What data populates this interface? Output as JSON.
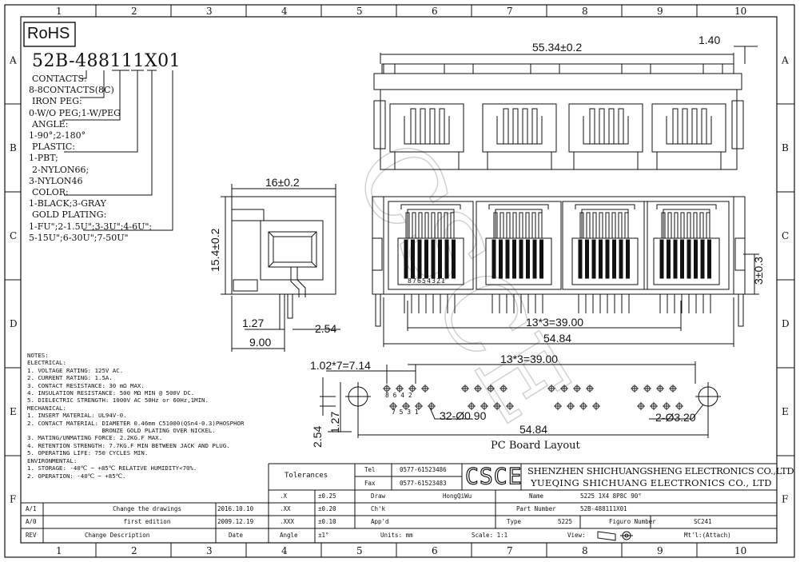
{
  "grid": {
    "columns": [
      "1",
      "2",
      "3",
      "4",
      "5",
      "6",
      "7",
      "8",
      "9",
      "10"
    ],
    "rows": [
      "A",
      "B",
      "C",
      "D",
      "E",
      "F"
    ]
  },
  "rohs": "RoHS",
  "part_code": "52B-488111X01",
  "legend": [
    "CONTACTS:",
    "8-8CONTACTS(8C)",
    "IRON PEG:",
    "0-W/O PEG;1-W/PEG",
    "ANGLE:",
    "1-90°;2-180°",
    "PLASTIC:",
    "1-PBT;",
    "2-NYLON66;",
    "3-NYLON46",
    "COLOR:",
    "1-BLACK;3-GRAY",
    "GOLD PLATING:",
    "1-FU\";2-1.5U\";3-3U\";4-6U\";",
    "5-15U\";6-30U\";7-50U\""
  ],
  "dims": {
    "overall_width": "55.34±0.2",
    "top_offset": "1.40",
    "side_width": "16±0.2",
    "side_height": "15.4±0.2",
    "pin_h": "1.27",
    "pin_gap": "2.54",
    "side_depth": "9.00",
    "front_height": "3±0.3",
    "port_pitch": "13*3=39.00",
    "front_width": "54.84",
    "pin_numbers": "87654321",
    "pcb_pitch_small": "1.02*7=7.14",
    "pcb_port_pitch": "13*3=39.00",
    "pcb_holes": "32-Ø0.90",
    "pcb_mount": "2-Ø3.20",
    "pcb_width": "54.84",
    "pcb_v1": "2.54",
    "pcb_v2": "1.27",
    "pcb_pin_top": [
      "8",
      "6",
      "4",
      "2"
    ],
    "pcb_pin_bottom": [
      "7",
      "5",
      "3",
      "1"
    ]
  },
  "pcb_title": "PC Board Layout",
  "watermark": "CSCE",
  "notes": [
    "NOTES:",
    "ELECTRICAL:",
    "1. VOLTAGE RATING: 125V AC.",
    "2. CURRENT RATING: 1.5A.",
    "3. CONTACT RESISTANCE: 30 mΩ MAX.",
    "4. INSULATION RESISTANCE: 500 MΩ MIN @ 500V DC.",
    "5. DIELECTRIC STRENGTH: 1000V AC 50Hz or 60Hz,1MIN.",
    "MECHANICAL:",
    "1. INSERT MATERIAL: UL94V-0.",
    "2. CONTACT MATERIAL: DIAMETER 0.46mm C51000(QSn4-0.3)PHOSPHOR",
    "                     BRONZE GOLD PLATING OVER NICKEL.",
    "3. MATING/UNMATING FORCE: 2.2KG.F MAX.",
    "4. RETENTION STRENGTH: 7.7KG.F MIN BETWEEN JACK AND PLUG.",
    "5. OPERATING LIFE: 750 CYCLES MIN.",
    "ENVIRONMENTAL:",
    "1. STORAGE: -40℃ ~ +85℃ RELATIVE HUMIDITY<70%.",
    "2. OPERATION: -40℃ ~ +85℃."
  ],
  "title_block": {
    "tolerances": "Tolerances",
    "tol_rows": [
      {
        "k": ".X",
        "v": "±0.25"
      },
      {
        "k": ".XX",
        "v": "±0.20"
      },
      {
        "k": ".XXX",
        "v": "±0.10"
      },
      {
        "k": "Angle",
        "v": "±1°"
      }
    ],
    "tel_label": "Tel",
    "tel": "0577-61523486",
    "fax_label": "Fax",
    "fax": "0577-61523483",
    "logo": "CSCE",
    "company1": "SHENZHEN SHICHUANGSHENG ELECTRONICS CO.,LTD",
    "company2": "YUEQING SHICHUANG ELECTRONICS CO., LTD",
    "draw_label": "Draw",
    "draw_value": "HongQiWu",
    "chk_label": "Ch'k",
    "app_label": "App'd",
    "name_label": "Name",
    "name_value": "5225 1X4 8P8C 90°",
    "part_label": "Part Number",
    "part_value": "52B-488111X01",
    "type_label": "Type",
    "type_value": "5225",
    "figuro_label": "Figuro Number",
    "figuro_value": "SC241",
    "units": "Units: mm",
    "scale": "Scale: 1:1",
    "view": "View:",
    "material": "Mt'l:(Attach)"
  },
  "revisions": [
    {
      "rev": "A/1",
      "desc": "Change the drawings",
      "date": "2016.10.10"
    },
    {
      "rev": "A/0",
      "desc": "first edition",
      "date": "2009.12.19"
    }
  ],
  "rev_header": {
    "rev": "REV",
    "desc": "Change Description",
    "date": "Date"
  }
}
